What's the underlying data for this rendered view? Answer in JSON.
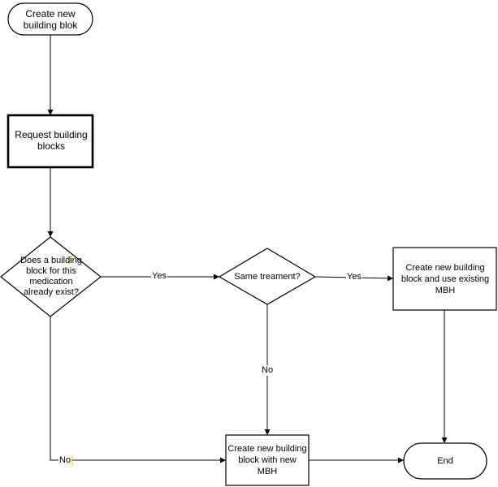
{
  "nodes": {
    "start": "Create new building blok",
    "request": "Request building blocks",
    "decision_exists": "Does a building block for this medication already exist?",
    "decision_treatment": "Same treament?",
    "create_existing": "Create new building block and use existing MBH",
    "create_new": "Create new building block  with new MBH",
    "end": "End"
  },
  "edges": {
    "yes_1": "Yes",
    "yes_2": "Yes",
    "no_1": "No",
    "no_2": "No"
  },
  "colors": {
    "stroke": "#000000",
    "background": "#ffffff",
    "marker": "#e8c800"
  }
}
